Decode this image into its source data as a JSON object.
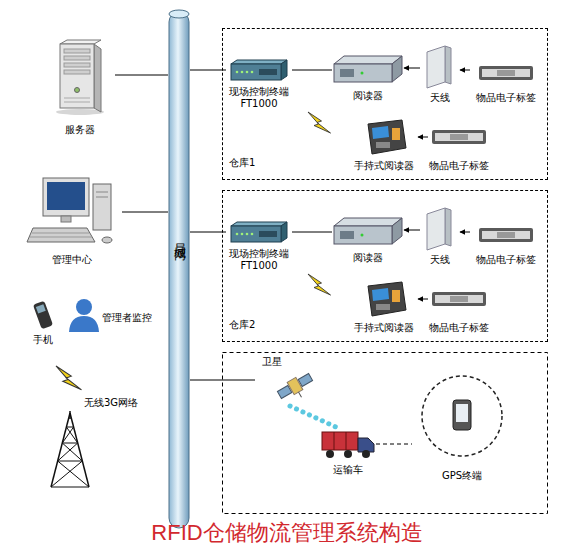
{
  "diagram": {
    "caption": "RFID仓储物流管理系统构造",
    "nodes": [
      {
        "text": [
          "服务器"
        ]
      },
      {
        "text": [
          "管理中心"
        ]
      },
      {
        "text": [
          "手机"
        ]
      },
      {
        "text": [
          "管理者监控"
        ]
      },
      {
        "text": [
          "无线3G网络"
        ]
      },
      {
        "text": [
          "局域网"
        ]
      },
      {
        "text": [
          "仓库1"
        ]
      },
      {
        "text": [
          "现场控制终端 FT1000"
        ],
        "in": 6
      },
      {
        "text": [
          "阅读器"
        ],
        "in": 6
      },
      {
        "text": [
          "天线"
        ],
        "in": 6
      },
      {
        "text": [
          "物品电子标签"
        ],
        "in": 6
      },
      {
        "text": [
          "手持式阅读器"
        ],
        "in": 6
      },
      {
        "text": [
          "物品电子标签"
        ],
        "in": 6
      },
      {
        "text": [
          "仓库2"
        ]
      },
      {
        "text": [
          "现场控制终端 FT1000"
        ],
        "in": 13
      },
      {
        "text": [
          "阅读器"
        ],
        "in": 13
      },
      {
        "text": [
          "天线"
        ],
        "in": 13
      },
      {
        "text": [
          "物品电子标签"
        ],
        "in": 13
      },
      {
        "text": [
          "手持式阅读器"
        ],
        "in": 13
      },
      {
        "text": [
          "物品电子标签"
        ],
        "in": 13
      },
      {
        "text": [
          "卫星"
        ]
      },
      {
        "text": [
          "运输车"
        ]
      },
      {
        "text": [
          "GPS终端"
        ]
      }
    ],
    "edges": [
      {
        "from": 0,
        "to": 5,
        "arrow": "none"
      },
      {
        "from": 1,
        "to": 5,
        "arrow": "none"
      },
      {
        "from": 5,
        "to": 7,
        "arrow": "none"
      },
      {
        "from": 7,
        "to": 8,
        "arrow": "none"
      },
      {
        "from": 9,
        "to": 8,
        "arrow": "to"
      },
      {
        "from": 10,
        "to": 9,
        "arrow": "to"
      },
      {
        "from": 12,
        "to": 11,
        "arrow": "to"
      },
      {
        "from": 5,
        "to": 14,
        "arrow": "none"
      },
      {
        "from": 14,
        "to": 15,
        "arrow": "none"
      },
      {
        "from": 16,
        "to": 15,
        "arrow": "to"
      },
      {
        "from": 17,
        "to": 16,
        "arrow": "to"
      },
      {
        "from": 19,
        "to": 18,
        "arrow": "to"
      },
      {
        "from": 5,
        "to": 20,
        "arrow": "none"
      },
      {
        "from": 20,
        "to": 21,
        "arrow": "none"
      },
      {
        "from": 21,
        "to": 22,
        "arrow": "none"
      }
    ]
  }
}
